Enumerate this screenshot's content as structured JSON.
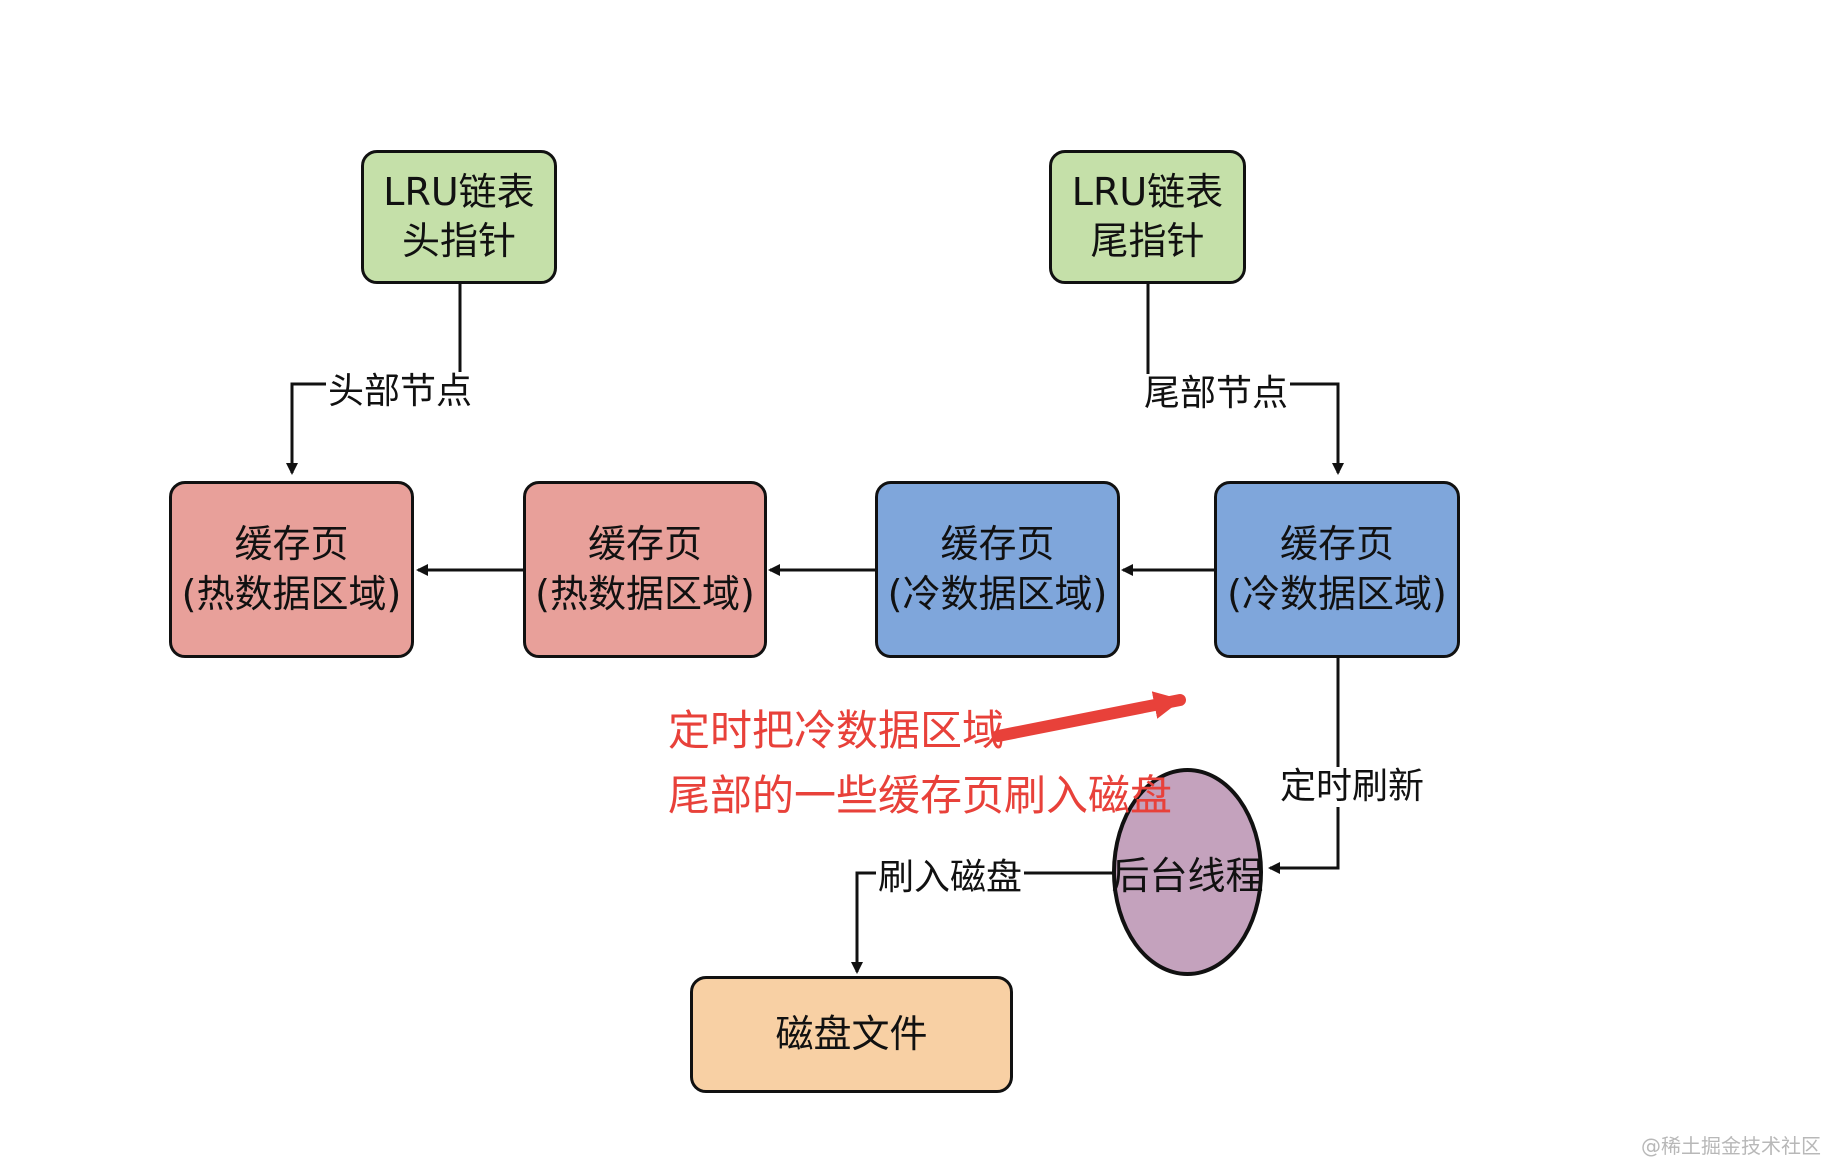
{
  "nodes": {
    "head_pointer": {
      "line1": "LRU链表",
      "line2": "头指针"
    },
    "tail_pointer": {
      "line1": "LRU链表",
      "line2": "尾指针"
    },
    "page_1": {
      "line1": "缓存页",
      "line2": "(热数据区域)"
    },
    "page_2": {
      "line1": "缓存页",
      "line2": "(热数据区域)"
    },
    "page_3": {
      "line1": "缓存页",
      "line2": "(冷数据区域)"
    },
    "page_4": {
      "line1": "缓存页",
      "line2": "(冷数据区域)"
    },
    "background_thread": {
      "label": "后台线程"
    },
    "disk_file": {
      "label": "磁盘文件"
    }
  },
  "edge_labels": {
    "head_node": "头部节点",
    "tail_node": "尾部节点",
    "timed_flush": "定时刷新",
    "flush_to_disk": "刷入磁盘"
  },
  "annotation": {
    "line1": "定时把冷数据区域",
    "line2": "尾部的一些缓存页刷入磁盘"
  },
  "watermark": "@稀土掘金技术社区",
  "colors": {
    "pointer_fill": "#c5e0a9",
    "hot_fill": "#e8a09a",
    "cold_fill": "#7fa6db",
    "thread_fill": "#c4a2bd",
    "disk_fill": "#f8d0a4",
    "annotation_text": "#e8413a",
    "arrow": "#111111"
  }
}
